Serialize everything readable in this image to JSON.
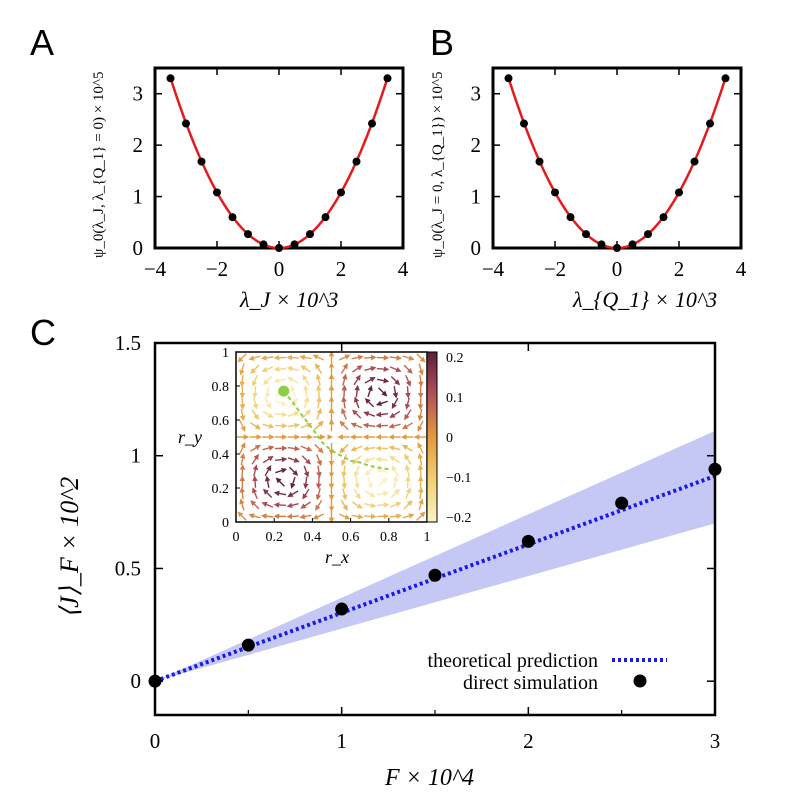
{
  "colors": {
    "fit_curve": "#e41a1c",
    "points": "#000000",
    "theory_line": "#1a1ae6",
    "band": "#c5c7f5",
    "trajectory": "#8ccf45"
  },
  "chart_data": [
    {
      "id": "A",
      "type": "scatter",
      "panel_label": "A",
      "xlabel": "λ_J × 10^3",
      "ylabel": "ψ_0(λ_J, λ_{Q_1} = 0) × 10^5",
      "xlim": [
        -4,
        4
      ],
      "ylim": [
        0,
        3.5
      ],
      "xticks": [
        "−4",
        "−2",
        "0",
        "2",
        "4"
      ],
      "yticks": [
        "0",
        "1",
        "2",
        "3"
      ],
      "grid": false,
      "points": {
        "x": [
          -3.5,
          -3.0,
          -2.5,
          -2.0,
          -1.5,
          -1.0,
          -0.5,
          0.0,
          0.5,
          1.0,
          1.5,
          2.0,
          2.5,
          3.0,
          3.5
        ],
        "y": [
          3.3,
          2.42,
          1.68,
          1.08,
          0.6,
          0.27,
          0.07,
          0.0,
          0.07,
          0.27,
          0.6,
          1.08,
          1.68,
          2.42,
          3.3
        ]
      },
      "fit": {
        "type": "quadratic",
        "coefficient": 0.27
      }
    },
    {
      "id": "B",
      "type": "scatter",
      "panel_label": "B",
      "xlabel": "λ_{Q_1} × 10^3",
      "ylabel": "ψ_0(λ_J = 0, λ_{Q_1}) × 10^5",
      "xlim": [
        -4,
        4
      ],
      "ylim": [
        0,
        3.5
      ],
      "xticks": [
        "−4",
        "−2",
        "0",
        "2",
        "4"
      ],
      "yticks": [
        "0",
        "1",
        "2",
        "3"
      ],
      "grid": false,
      "points": {
        "x": [
          -3.5,
          -3.0,
          -2.5,
          -2.0,
          -1.5,
          -1.0,
          -0.5,
          0.0,
          0.5,
          1.0,
          1.5,
          2.0,
          2.5,
          3.0,
          3.5
        ],
        "y": [
          3.3,
          2.42,
          1.68,
          1.08,
          0.6,
          0.27,
          0.07,
          0.0,
          0.07,
          0.27,
          0.6,
          1.08,
          1.68,
          2.42,
          3.3
        ]
      },
      "fit": {
        "type": "quadratic",
        "coefficient": 0.27
      }
    },
    {
      "id": "C",
      "type": "scatter",
      "panel_label": "C",
      "xlabel": "F × 10^4",
      "ylabel": "⟨J⟩_F × 10^2",
      "xlim": [
        0,
        3
      ],
      "ylim": [
        -0.15,
        1.5
      ],
      "xticks": [
        "0",
        "1",
        "2",
        "3"
      ],
      "yticks": [
        "0",
        "0.5",
        "1",
        "1.5"
      ],
      "grid": false,
      "legend_position": "bottom-right",
      "series": [
        {
          "name": "theoretical prediction",
          "style": "dotted-line",
          "x": [
            0,
            3
          ],
          "y": [
            0,
            0.91
          ]
        },
        {
          "name": "direct simulation",
          "style": "points",
          "x": [
            0,
            0.5,
            1.0,
            1.5,
            2.0,
            2.5,
            3.0
          ],
          "y": [
            0.0,
            0.16,
            0.32,
            0.47,
            0.62,
            0.79,
            0.94
          ]
        }
      ],
      "band": {
        "x": [
          0,
          3
        ],
        "lower": [
          0,
          0.7
        ],
        "upper": [
          0,
          1.11
        ]
      },
      "inset": {
        "type": "vector_field",
        "xlabel": "r_x",
        "ylabel": "r_y",
        "xlim": [
          0,
          1
        ],
        "ylim": [
          0,
          1
        ],
        "xticks": [
          "0",
          "0.2",
          "0.4",
          "0.6",
          "0.8",
          "1"
        ],
        "yticks": [
          "0",
          "0.2",
          "0.4",
          "0.6",
          "0.8",
          "1"
        ],
        "colorbar": {
          "range": [
            -0.2,
            0.2
          ],
          "ticks": [
            "0.2",
            "0.1",
            "0",
            "−0.1",
            "−0.2"
          ]
        },
        "trajectory": {
          "x": [
            0.25,
            0.3,
            0.35,
            0.4,
            0.45,
            0.5,
            0.55,
            0.6,
            0.65,
            0.7,
            0.75,
            0.8
          ],
          "y": [
            0.77,
            0.7,
            0.62,
            0.55,
            0.47,
            0.42,
            0.39,
            0.36,
            0.35,
            0.33,
            0.32,
            0.31
          ]
        }
      }
    }
  ]
}
